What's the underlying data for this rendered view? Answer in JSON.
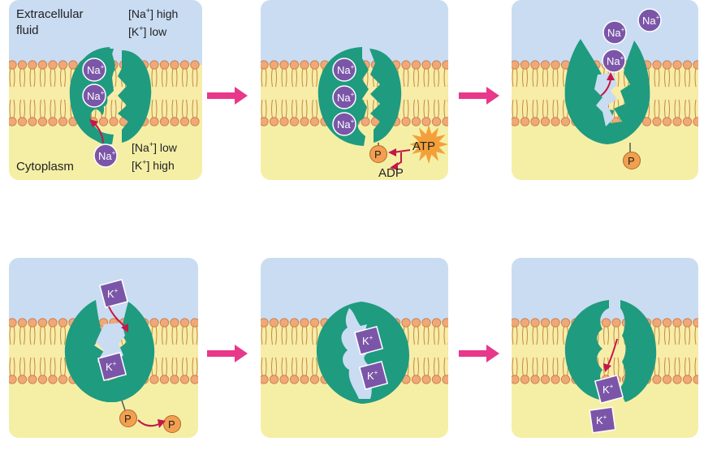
{
  "labels": {
    "extracellular_line1": "Extracellular",
    "extracellular_line2": "fluid",
    "cytoplasm": "Cytoplasm",
    "out_na_base": "[Na",
    "out_na_tail": "] high",
    "out_k_base": "[K",
    "out_k_tail": "] low",
    "in_na_base": "[Na",
    "in_na_tail": "] low",
    "in_k_base": "[K",
    "in_k_tail": "] high",
    "sup": "+",
    "na_base": "Na",
    "k_base": "K",
    "phosphate": "P",
    "atp": "ATP",
    "adp": "ADP"
  },
  "colors": {
    "extracellular": "#c9dcf2",
    "cytoplasm": "#f5efa6",
    "membrane_core": "#f7eca8",
    "lipid_head": "#f0a877",
    "lipid_tail": "#c48a3e",
    "protein": "#1f9b7f",
    "na_ion": "#7b56a8",
    "k_ion": "#7b56a8",
    "phosphate": "#f2a050",
    "atp_burst": "#f4a03a",
    "arrow": "#e8388a",
    "small_arrow": "#c4174a"
  },
  "steps": [
    {
      "step": 1,
      "na_inside_pump": 2,
      "na_entering": 1,
      "state": "open to cytoplasm"
    },
    {
      "step": 2,
      "na_inside_pump": 3,
      "state": "ATP phosphorylates pump"
    },
    {
      "step": 3,
      "na_released": 3,
      "state": "open to extracellular fluid, phosphorylated"
    },
    {
      "step": 4,
      "k_entering": 2,
      "state": "K+ binds, phosphate released"
    },
    {
      "step": 5,
      "k_inside_pump": 2,
      "state": "pump closed around K+"
    },
    {
      "step": 6,
      "k_released": 2,
      "state": "open to cytoplasm"
    }
  ]
}
